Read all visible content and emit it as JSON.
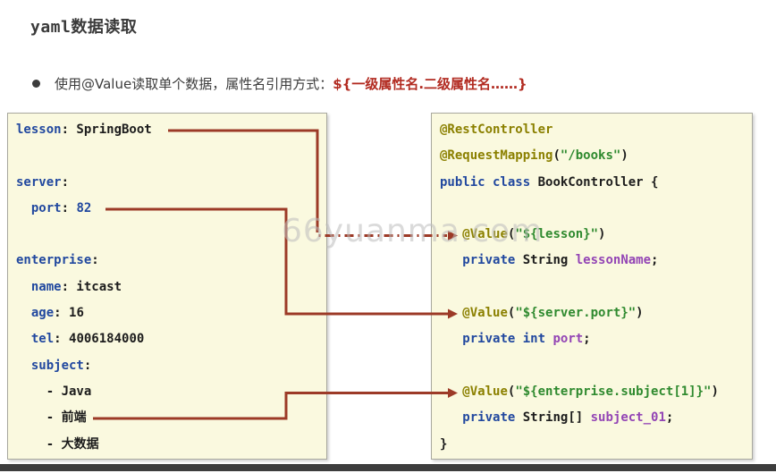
{
  "title": "yaml数据读取",
  "bullet": {
    "text": "使用@Value读取单个数据，属性名引用方式：",
    "highlight": "${一级属性名.二级属性名……}"
  },
  "watermark": "66yuanma.com",
  "colors": {
    "arrow": "#9c3a27",
    "highlight_red": "#b22b21",
    "plain_text": "#1c1c1c",
    "key_keyword_blue": "#21489f",
    "annotation_olive": "#8b8000",
    "string_green": "#2f8a2f",
    "field_purple": "#9345b5",
    "panel_bg": "#faf9df"
  },
  "panels": {
    "yaml": {
      "lines": [
        [
          {
            "c": "key",
            "t": "lesson"
          },
          {
            "c": "plain",
            "t": ": SpringBoot"
          }
        ],
        [],
        [
          {
            "c": "key",
            "t": "server"
          },
          {
            "c": "plain",
            "t": ":"
          }
        ],
        [
          {
            "c": "plain",
            "t": "  "
          },
          {
            "c": "key",
            "t": "port"
          },
          {
            "c": "plain",
            "t": ": "
          },
          {
            "c": "num",
            "t": "82"
          }
        ],
        [],
        [
          {
            "c": "key",
            "t": "enterprise"
          },
          {
            "c": "plain",
            "t": ":"
          }
        ],
        [
          {
            "c": "plain",
            "t": "  "
          },
          {
            "c": "key",
            "t": "name"
          },
          {
            "c": "plain",
            "t": ": itcast"
          }
        ],
        [
          {
            "c": "plain",
            "t": "  "
          },
          {
            "c": "key",
            "t": "age"
          },
          {
            "c": "plain",
            "t": ": 16"
          }
        ],
        [
          {
            "c": "plain",
            "t": "  "
          },
          {
            "c": "key",
            "t": "tel"
          },
          {
            "c": "plain",
            "t": ": 4006184000"
          }
        ],
        [
          {
            "c": "plain",
            "t": "  "
          },
          {
            "c": "key",
            "t": "subject"
          },
          {
            "c": "plain",
            "t": ":"
          }
        ],
        [
          {
            "c": "plain",
            "t": "    - Java"
          }
        ],
        [
          {
            "c": "plain",
            "t": "    - 前端"
          }
        ],
        [
          {
            "c": "plain",
            "t": "    - 大数据"
          }
        ]
      ]
    },
    "java": {
      "lines": [
        [
          {
            "c": "ann",
            "t": "@RestController"
          }
        ],
        [
          {
            "c": "ann",
            "t": "@RequestMapping"
          },
          {
            "c": "plain",
            "t": "("
          },
          {
            "c": "str",
            "t": "\"/books\""
          },
          {
            "c": "plain",
            "t": ")"
          }
        ],
        [
          {
            "c": "kw",
            "t": "public class"
          },
          {
            "c": "plain",
            "t": " BookController {"
          }
        ],
        [],
        [
          {
            "c": "plain",
            "t": "   "
          },
          {
            "c": "ann",
            "t": "@Value"
          },
          {
            "c": "plain",
            "t": "("
          },
          {
            "c": "str",
            "t": "\"${lesson}\""
          },
          {
            "c": "plain",
            "t": ")"
          }
        ],
        [
          {
            "c": "plain",
            "t": "   "
          },
          {
            "c": "kw",
            "t": "private"
          },
          {
            "c": "plain",
            "t": " String "
          },
          {
            "c": "field",
            "t": "lessonName"
          },
          {
            "c": "plain",
            "t": ";"
          }
        ],
        [],
        [
          {
            "c": "plain",
            "t": "   "
          },
          {
            "c": "ann",
            "t": "@Value"
          },
          {
            "c": "plain",
            "t": "("
          },
          {
            "c": "str",
            "t": "\"${server.port}\""
          },
          {
            "c": "plain",
            "t": ")"
          }
        ],
        [
          {
            "c": "plain",
            "t": "   "
          },
          {
            "c": "kw",
            "t": "private int"
          },
          {
            "c": "plain",
            "t": " "
          },
          {
            "c": "field",
            "t": "port"
          },
          {
            "c": "plain",
            "t": ";"
          }
        ],
        [],
        [
          {
            "c": "plain",
            "t": "   "
          },
          {
            "c": "ann",
            "t": "@Value"
          },
          {
            "c": "plain",
            "t": "("
          },
          {
            "c": "str",
            "t": "\"${enterprise.subject[1]}\""
          },
          {
            "c": "plain",
            "t": ")"
          }
        ],
        [
          {
            "c": "plain",
            "t": "   "
          },
          {
            "c": "kw",
            "t": "private"
          },
          {
            "c": "plain",
            "t": " String[] "
          },
          {
            "c": "field",
            "t": "subject_01"
          },
          {
            "c": "plain",
            "t": ";"
          }
        ],
        [
          {
            "c": "plain",
            "t": "}"
          }
        ]
      ]
    }
  },
  "connections": [
    {
      "from": "lesson",
      "to": "@Value(\"${lesson}\")",
      "style": "dash-dot"
    },
    {
      "from": "server.port",
      "to": "@Value(\"${server.port}\")",
      "style": "solid"
    },
    {
      "from": "enterprise.subject[1] (前端)",
      "to": "@Value(\"${enterprise.subject[1]}\")",
      "style": "solid"
    }
  ]
}
